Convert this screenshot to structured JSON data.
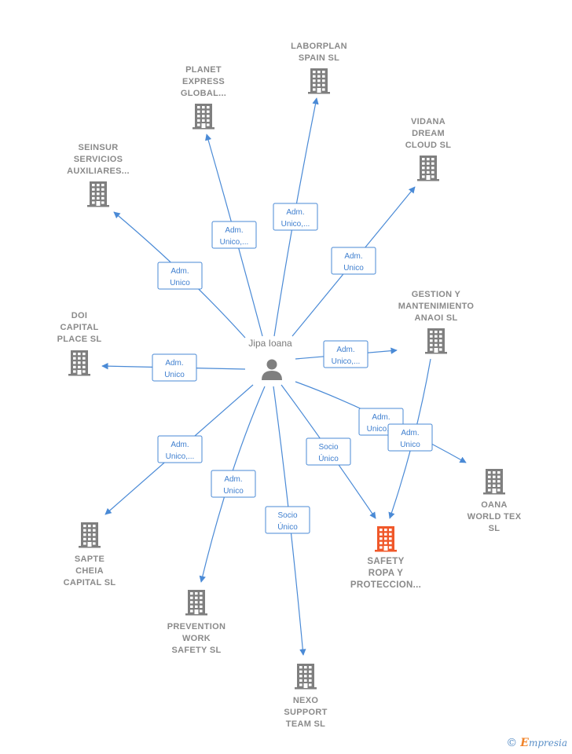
{
  "person": {
    "name": "Jipa Ioana",
    "icon": "person-icon"
  },
  "colors": {
    "edge": "#4a8ad6",
    "building": "#7f7f7f",
    "focus": "#f0582a",
    "label": "#8a8a8a"
  },
  "companies": [
    {
      "id": "laborplan",
      "lines": [
        "LABORPLAN",
        "SPAIN  SL"
      ],
      "icon": "building-icon"
    },
    {
      "id": "planet",
      "lines": [
        "PLANET",
        "EXPRESS",
        "GLOBAL..."
      ],
      "icon": "building-icon"
    },
    {
      "id": "vidana",
      "lines": [
        "VIDANA",
        "DREAM",
        "CLOUD  SL"
      ],
      "icon": "building-icon"
    },
    {
      "id": "seinsur",
      "lines": [
        "SEINSUR",
        "SERVICIOS",
        "AUXILIARES..."
      ],
      "icon": "building-icon"
    },
    {
      "id": "gestion",
      "lines": [
        "GESTION Y",
        "MANTENIMIENTO",
        "ANAOI  SL"
      ],
      "icon": "building-icon"
    },
    {
      "id": "doi",
      "lines": [
        "DOI",
        "CAPITAL",
        "PLACE  SL"
      ],
      "icon": "building-icon"
    },
    {
      "id": "oana",
      "lines": [
        "OANA",
        "WORLD TEX",
        "SL"
      ],
      "icon": "building-icon"
    },
    {
      "id": "safety",
      "lines": [
        "SAFETY",
        "ROPA Y",
        "PROTECCION..."
      ],
      "icon": "building-icon",
      "focus": true
    },
    {
      "id": "sapte",
      "lines": [
        "SAPTE",
        "CHEIA",
        "CAPITAL  SL"
      ],
      "icon": "building-icon"
    },
    {
      "id": "prevention",
      "lines": [
        "PREVENTION",
        "WORK",
        "SAFETY  SL"
      ],
      "icon": "building-icon"
    },
    {
      "id": "nexo",
      "lines": [
        "NEXO",
        "SUPPORT",
        "TEAM  SL"
      ],
      "icon": "building-icon"
    }
  ],
  "edges": [
    {
      "target": "laborplan",
      "lines": [
        "Adm.",
        "Unico,..."
      ]
    },
    {
      "target": "planet",
      "lines": [
        "Adm.",
        "Unico,..."
      ]
    },
    {
      "target": "vidana",
      "lines": [
        "Adm.",
        "Unico"
      ]
    },
    {
      "target": "seinsur",
      "lines": [
        "Adm.",
        "Unico"
      ]
    },
    {
      "target": "gestion",
      "lines": [
        "Adm.",
        "Unico,..."
      ]
    },
    {
      "target": "doi",
      "lines": [
        "Adm.",
        "Unico"
      ]
    },
    {
      "target": "oana",
      "lines": [
        "Adm.",
        "Unico,..."
      ]
    },
    {
      "target": "safety",
      "lines": [
        "Socio",
        "Único"
      ]
    },
    {
      "target": "sapte",
      "lines": [
        "Adm.",
        "Unico,..."
      ]
    },
    {
      "target": "prevention",
      "lines": [
        "Adm.",
        "Unico"
      ]
    },
    {
      "target": "nexo",
      "lines": [
        "Socio",
        "Único"
      ]
    },
    {
      "source": "gestion",
      "target": "safety",
      "lines": [
        "Adm.",
        "Unico"
      ]
    }
  ],
  "footer": {
    "copyright": "©",
    "brand_first": "E",
    "brand_rest": "mpresia"
  }
}
